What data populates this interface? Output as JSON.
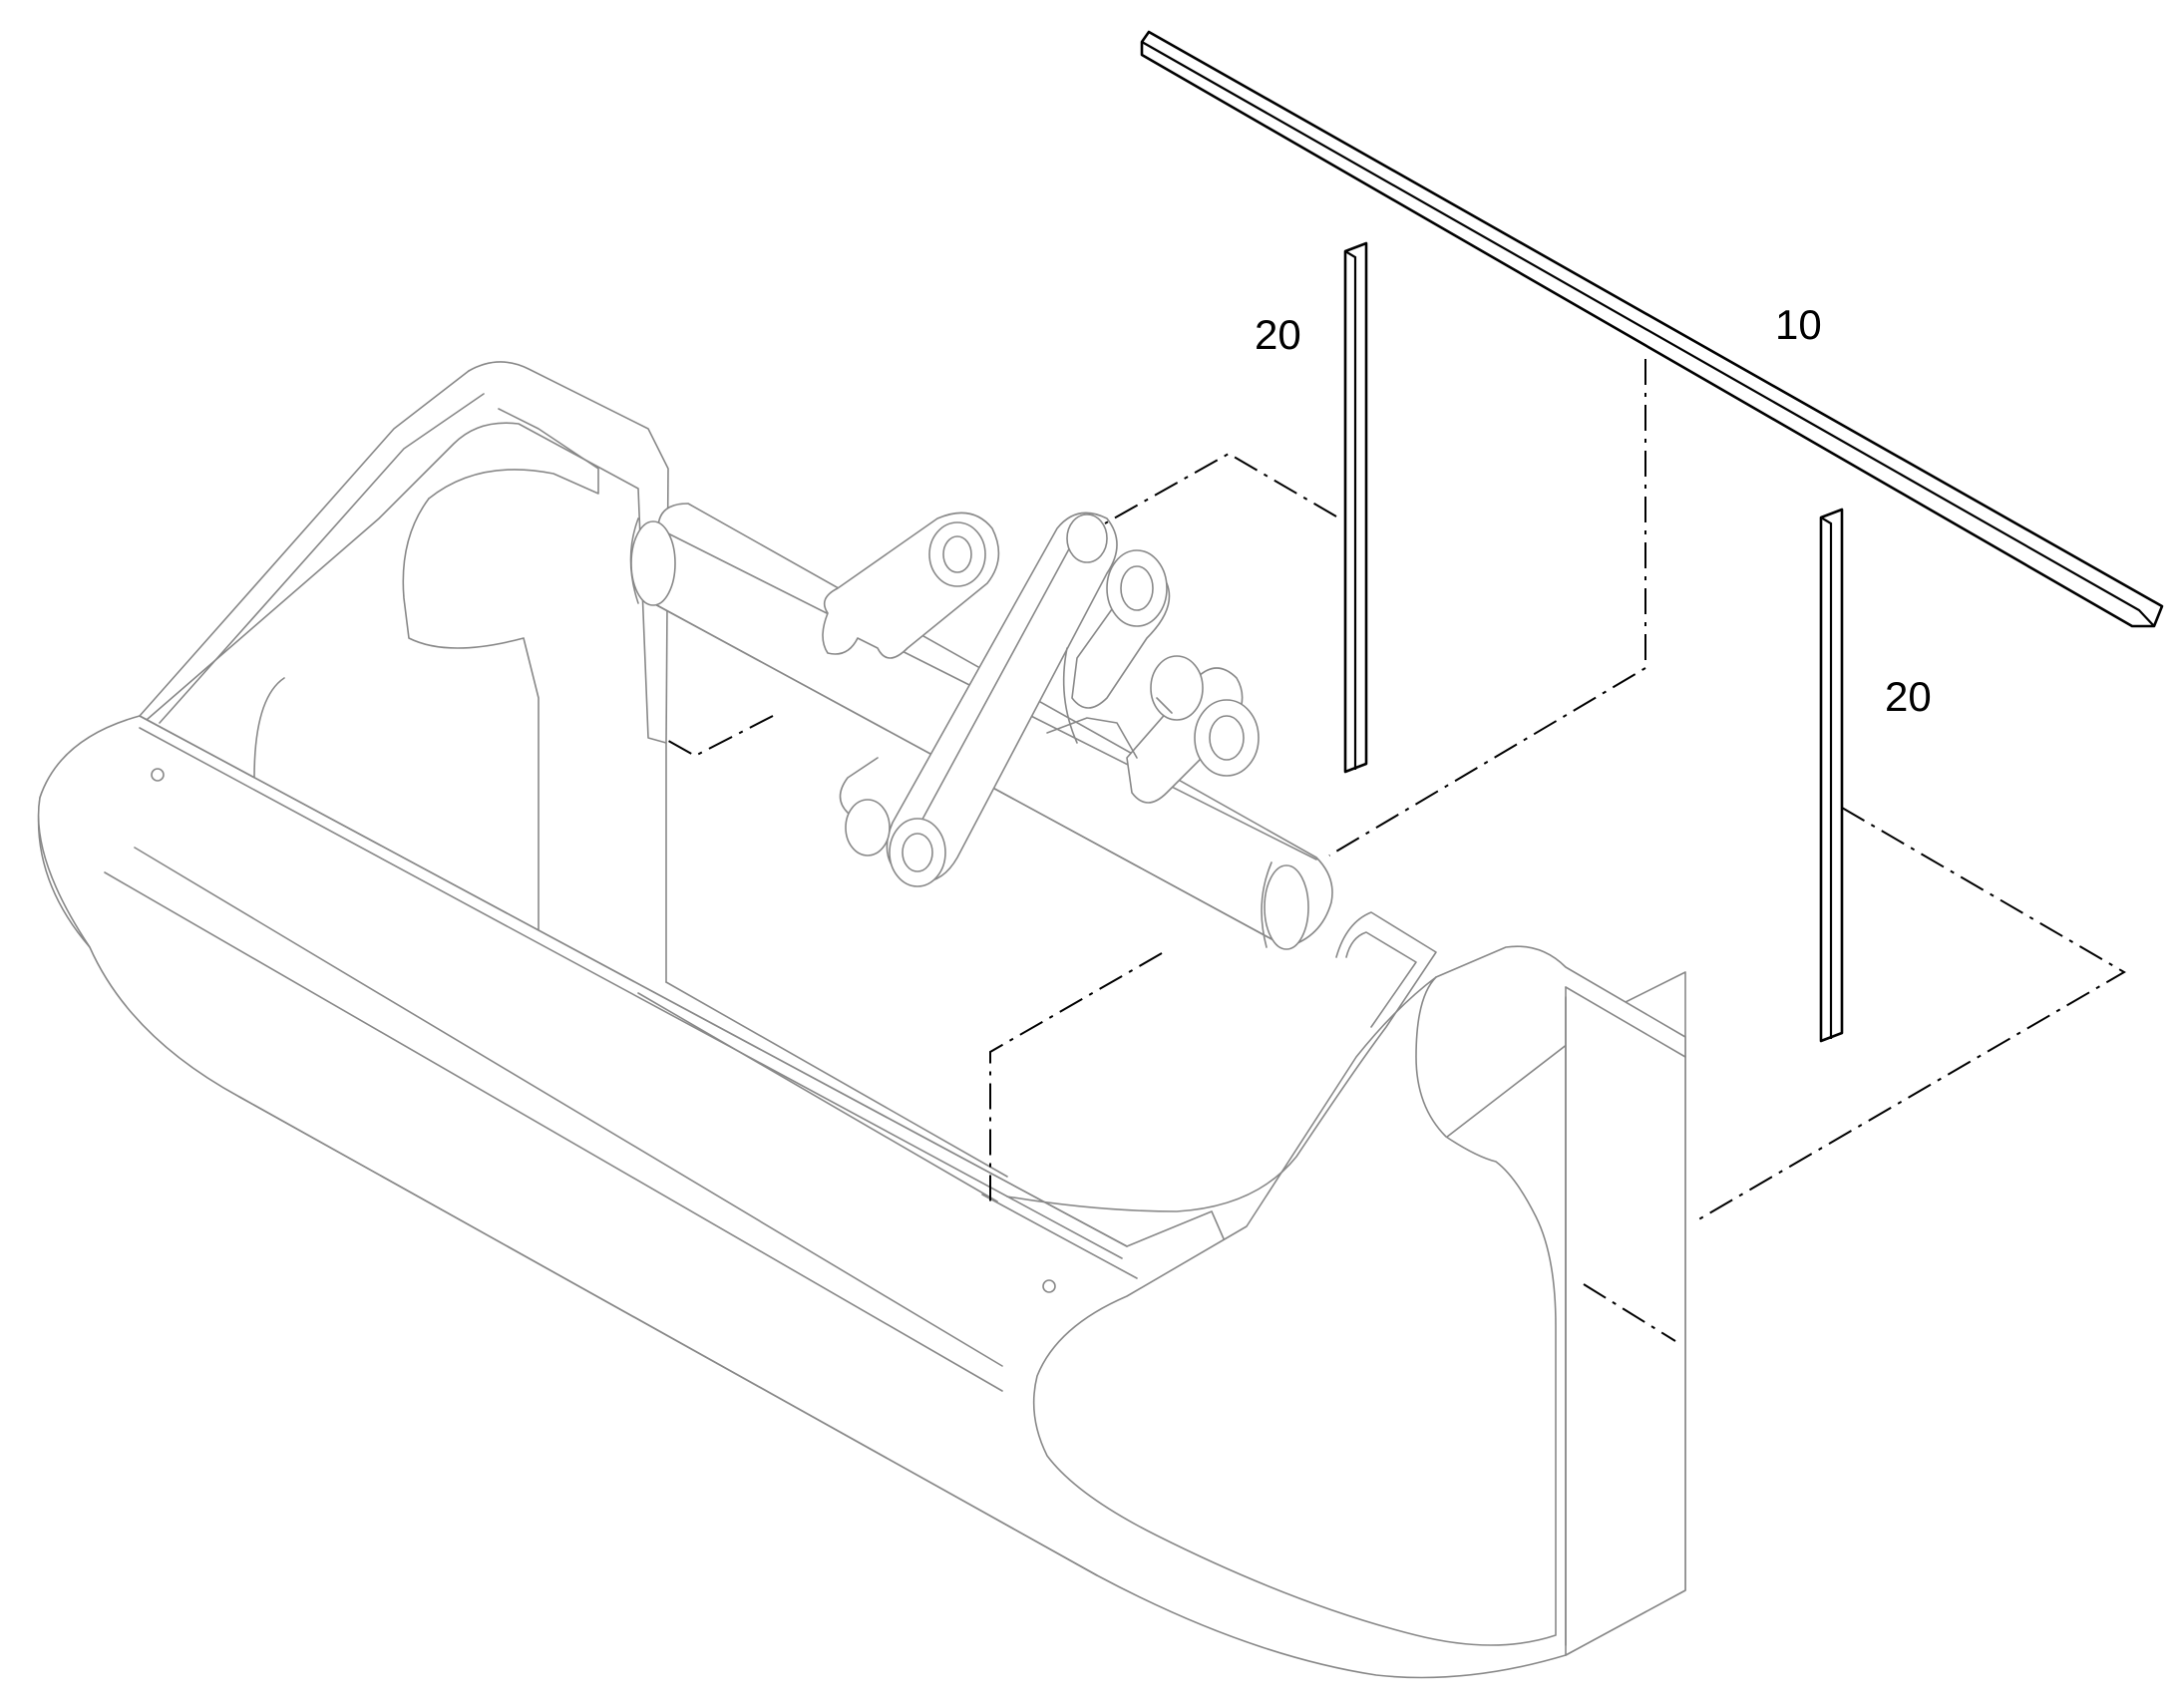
{
  "callouts": {
    "strip_long": "10",
    "strip_left": "20",
    "strip_right": "20"
  }
}
